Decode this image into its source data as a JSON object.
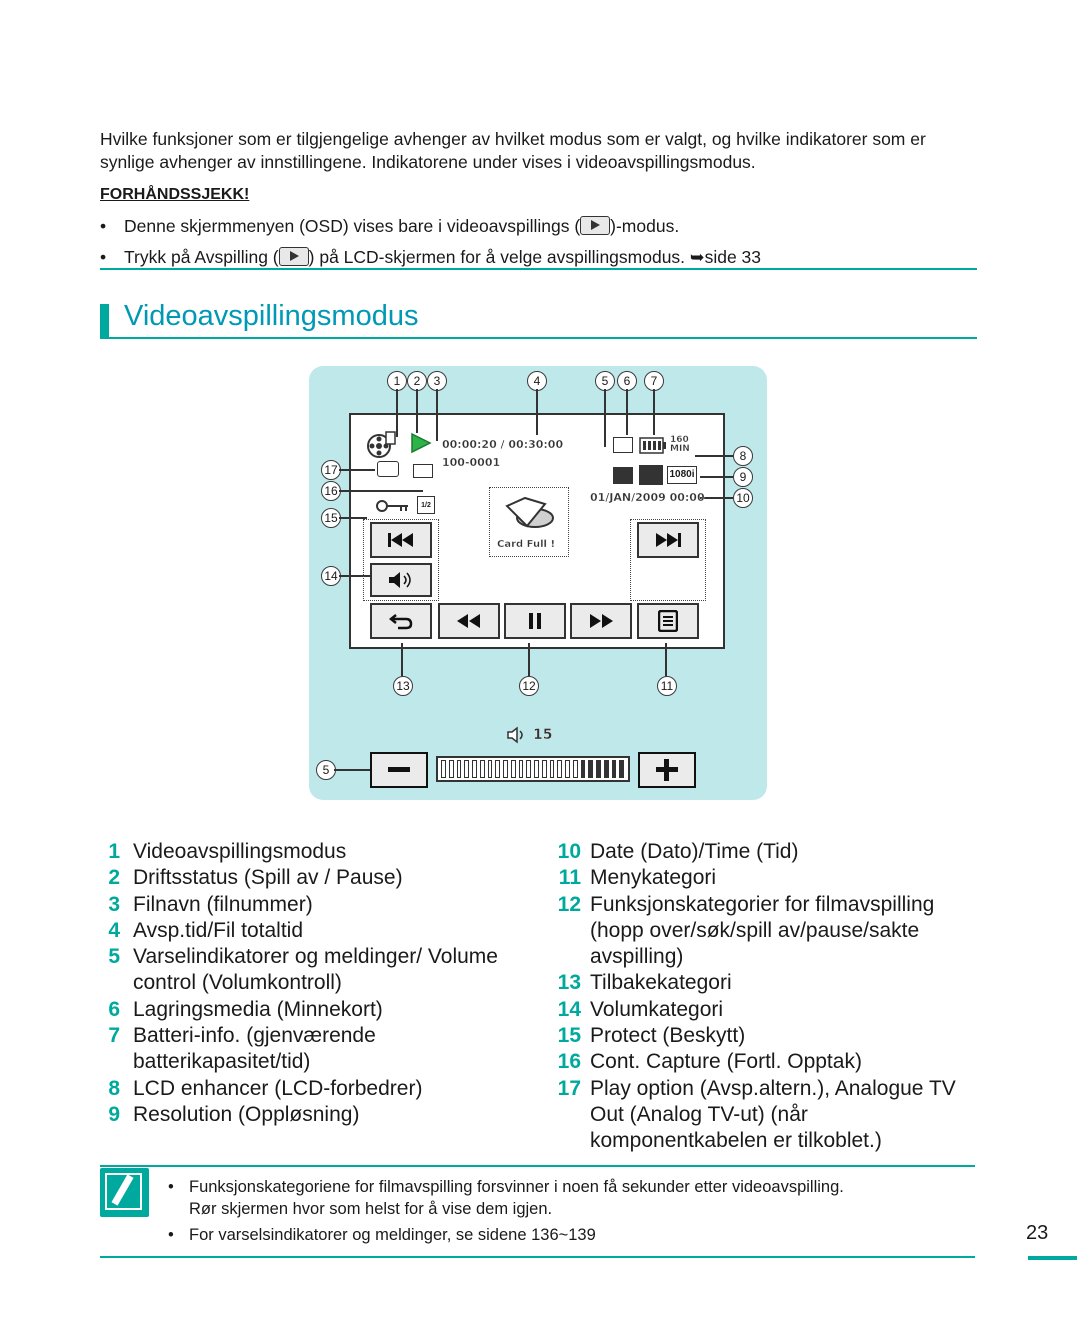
{
  "intro": "Hvilke funksjoner som er tilgjengelige avhenger av hvilket modus som er valgt, og hvilke indikatorer som er synlige avhenger av innstillingene. Indikatorene under vises i videoavspillingsmodus.",
  "precheck": {
    "title": "FORHÅNDSSJEKK!",
    "bullets": [
      {
        "before": "Denne skjermmenyen (OSD) vises bare i videoavspillings (",
        "after": ")-modus."
      },
      {
        "before": "Trykk på Avspilling (",
        "after": ") på LCD-skjermen for å velge avspillingsmodus. ➥side 33"
      }
    ]
  },
  "section_title": "Videoavspillingsmodus",
  "osd": {
    "time": "00:00:20 / 00:30:00",
    "file": "100-0001",
    "date": "01/JAN/2009 00:00",
    "card_full": "Card Full !",
    "battery_time": "160",
    "battery_unit": "MIN",
    "resolution": "1080i",
    "volume_level": "15",
    "volume_fraction": 0.75,
    "callouts": [
      "1",
      "2",
      "3",
      "4",
      "5",
      "6",
      "7",
      "8",
      "9",
      "10",
      "11",
      "12",
      "13",
      "14",
      "15",
      "16",
      "17",
      "5"
    ]
  },
  "legend_left": [
    {
      "n": "1",
      "t": "Videoavspillingsmodus"
    },
    {
      "n": "2",
      "t": "Driftsstatus (Spill av / Pause)"
    },
    {
      "n": "3",
      "t": "Filnavn (filnummer)"
    },
    {
      "n": "4",
      "t": "Avsp.tid/Fil totaltid"
    },
    {
      "n": "5",
      "t": "Varselindikatorer og meldinger/ Volume control (Volumkontroll)"
    },
    {
      "n": "6",
      "t": "Lagringsmedia (Minnekort)"
    },
    {
      "n": "7",
      "t": "Batteri-info. (gjenværende batterikapasitet/tid)"
    },
    {
      "n": "8",
      "t": "LCD enhancer (LCD-forbedrer)"
    },
    {
      "n": "9",
      "t": "Resolution (Oppløsning)"
    }
  ],
  "legend_right": [
    {
      "n": "10",
      "t": "Date (Dato)/Time (Tid)"
    },
    {
      "n": "11",
      "t": "Menykategori"
    },
    {
      "n": "12",
      "t": "Funksjonskategorier for filmavspilling (hopp over/søk/spill av/pause/sakte avspilling)"
    },
    {
      "n": "13",
      "t": "Tilbakekategori"
    },
    {
      "n": "14",
      "t": "Volumkategori"
    },
    {
      "n": "15",
      "t": "Protect (Beskytt)"
    },
    {
      "n": "16",
      "t": "Cont. Capture (Fortl. Opptak)"
    },
    {
      "n": "17",
      "t": "Play option (Avsp.altern.), Analogue TV Out (Analog TV-ut) (når komponentkabelen er tilkoblet.)"
    }
  ],
  "notes": [
    "Funksjonskategoriene for filmavspilling forsvinner i noen få sekunder etter videoavspilling. Rør skjermen hvor som helst for å vise dem igjen.",
    "For varselsindikatorer og meldinger, se sidene 136~139"
  ],
  "page_number": "23",
  "colors": {
    "accent": "#00a99d",
    "title": "#0099b5",
    "panel": "#bfe8ea",
    "play": "#2db34a"
  }
}
